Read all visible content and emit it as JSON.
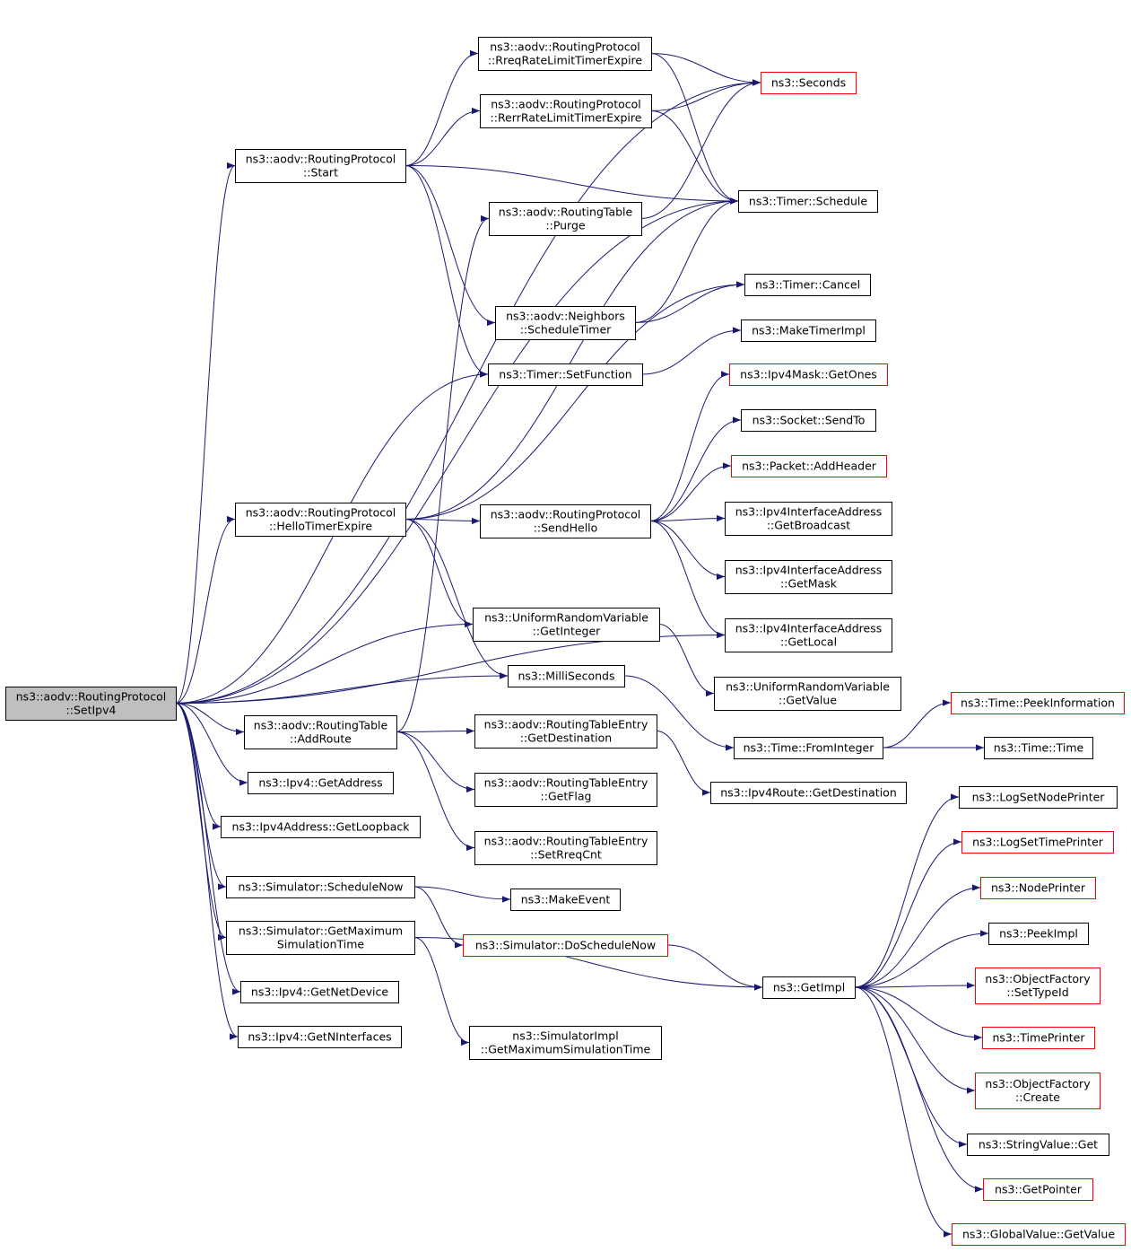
{
  "colors": {
    "edge": "#191970",
    "node_fill": "#ffffff",
    "node_fill_focus": "#bfbfbf",
    "border_normal": "#000000",
    "border_truncated": "#ff0000"
  },
  "nodes": [
    {
      "id": "setipv4",
      "lines": [
        "ns3::aodv::RoutingProtocol",
        "::SetIpv4"
      ],
      "style": "focus"
    },
    {
      "id": "start",
      "lines": [
        "ns3::aodv::RoutingProtocol",
        "::Start"
      ],
      "style": "normal"
    },
    {
      "id": "hello_expire",
      "lines": [
        "ns3::aodv::RoutingProtocol",
        "::HelloTimerExpire"
      ],
      "style": "normal"
    },
    {
      "id": "add_route",
      "lines": [
        "ns3::aodv::RoutingTable",
        "::AddRoute"
      ],
      "style": "normal"
    },
    {
      "id": "get_address",
      "lines": [
        "ns3::Ipv4::GetAddress"
      ],
      "style": "normal"
    },
    {
      "id": "get_loopback",
      "lines": [
        "ns3::Ipv4Address::GetLoopback"
      ],
      "style": "normal"
    },
    {
      "id": "schedule_now",
      "lines": [
        "ns3::Simulator::ScheduleNow"
      ],
      "style": "normal"
    },
    {
      "id": "get_max_sim",
      "lines": [
        "ns3::Simulator::GetMaximum",
        "SimulationTime"
      ],
      "style": "normal"
    },
    {
      "id": "get_net_device",
      "lines": [
        "ns3::Ipv4::GetNetDevice"
      ],
      "style": "normal"
    },
    {
      "id": "get_ninterfaces",
      "lines": [
        "ns3::Ipv4::GetNInterfaces"
      ],
      "style": "normal"
    },
    {
      "id": "rreq_expire",
      "lines": [
        "ns3::aodv::RoutingProtocol",
        "::RreqRateLimitTimerExpire"
      ],
      "style": "normal"
    },
    {
      "id": "rerr_expire",
      "lines": [
        "ns3::aodv::RoutingProtocol",
        "::RerrRateLimitTimerExpire"
      ],
      "style": "normal"
    },
    {
      "id": "purge",
      "lines": [
        "ns3::aodv::RoutingTable",
        "::Purge"
      ],
      "style": "normal"
    },
    {
      "id": "neighbors_schedule",
      "lines": [
        "ns3::aodv::Neighbors",
        "::ScheduleTimer"
      ],
      "style": "normal"
    },
    {
      "id": "set_function",
      "lines": [
        "ns3::Timer::SetFunction"
      ],
      "style": "normal"
    },
    {
      "id": "send_hello",
      "lines": [
        "ns3::aodv::RoutingProtocol",
        "::SendHello"
      ],
      "style": "normal"
    },
    {
      "id": "uniform_get_integer",
      "lines": [
        "ns3::UniformRandomVariable",
        "::GetInteger"
      ],
      "style": "normal"
    },
    {
      "id": "milliseconds",
      "lines": [
        "ns3::MilliSeconds"
      ],
      "style": "normal"
    },
    {
      "id": "rte_get_destination",
      "lines": [
        "ns3::aodv::RoutingTableEntry",
        "::GetDestination"
      ],
      "style": "normal"
    },
    {
      "id": "rte_get_flag",
      "lines": [
        "ns3::aodv::RoutingTableEntry",
        "::GetFlag"
      ],
      "style": "normal"
    },
    {
      "id": "rte_set_rreq_cnt",
      "lines": [
        "ns3::aodv::RoutingTableEntry",
        "::SetRreqCnt"
      ],
      "style": "normal"
    },
    {
      "id": "make_event",
      "lines": [
        "ns3::MakeEvent"
      ],
      "style": "normal"
    },
    {
      "id": "do_schedule_now",
      "lines": [
        "ns3::Simulator::DoScheduleNow"
      ],
      "style": "truncated"
    },
    {
      "id": "simimpl_get_max",
      "lines": [
        "ns3::SimulatorImpl",
        "::GetMaximumSimulationTime"
      ],
      "style": "normal"
    },
    {
      "id": "seconds",
      "lines": [
        "ns3::Seconds"
      ],
      "style": "truncated"
    },
    {
      "id": "timer_schedule",
      "lines": [
        "ns3::Timer::Schedule"
      ],
      "style": "normal"
    },
    {
      "id": "timer_cancel",
      "lines": [
        "ns3::Timer::Cancel"
      ],
      "style": "normal"
    },
    {
      "id": "make_timer_impl",
      "lines": [
        "ns3::MakeTimerImpl"
      ],
      "style": "normal"
    },
    {
      "id": "ipv4mask_get_ones",
      "lines": [
        "ns3::Ipv4Mask::GetOnes"
      ],
      "style": "truncated"
    },
    {
      "id": "socket_send_to",
      "lines": [
        "ns3::Socket::SendTo"
      ],
      "style": "normal"
    },
    {
      "id": "packet_add_header",
      "lines": [
        "ns3::Packet::AddHeader"
      ],
      "style": "truncated"
    },
    {
      "id": "iia_get_broadcast",
      "lines": [
        "ns3::Ipv4InterfaceAddress",
        "::GetBroadcast"
      ],
      "style": "normal"
    },
    {
      "id": "iia_get_mask",
      "lines": [
        "ns3::Ipv4InterfaceAddress",
        "::GetMask"
      ],
      "style": "normal"
    },
    {
      "id": "iia_get_local",
      "lines": [
        "ns3::Ipv4InterfaceAddress",
        "::GetLocal"
      ],
      "style": "normal"
    },
    {
      "id": "uniform_get_value",
      "lines": [
        "ns3::UniformRandomVariable",
        "::GetValue"
      ],
      "style": "normal"
    },
    {
      "id": "time_from_integer",
      "lines": [
        "ns3::Time::FromInteger"
      ],
      "style": "normal"
    },
    {
      "id": "ipv4route_get_destination",
      "lines": [
        "ns3::Ipv4Route::GetDestination"
      ],
      "style": "normal"
    },
    {
      "id": "get_impl",
      "lines": [
        "ns3::GetImpl"
      ],
      "style": "normal"
    },
    {
      "id": "time_peek_information",
      "lines": [
        "ns3::Time::PeekInformation"
      ],
      "style": "truncated"
    },
    {
      "id": "time_time",
      "lines": [
        "ns3::Time::Time"
      ],
      "style": "normal"
    },
    {
      "id": "log_set_node_printer",
      "lines": [
        "ns3::LogSetNodePrinter"
      ],
      "style": "normal"
    },
    {
      "id": "log_set_time_printer",
      "lines": [
        "ns3::LogSetTimePrinter"
      ],
      "style": "truncated"
    },
    {
      "id": "node_printer",
      "lines": [
        "ns3::NodePrinter"
      ],
      "style": "truncated"
    },
    {
      "id": "peek_impl",
      "lines": [
        "ns3::PeekImpl"
      ],
      "style": "normal"
    },
    {
      "id": "of_set_type_id",
      "lines": [
        "ns3::ObjectFactory",
        "::SetTypeId"
      ],
      "style": "truncated"
    },
    {
      "id": "time_printer",
      "lines": [
        "ns3::TimePrinter"
      ],
      "style": "truncated"
    },
    {
      "id": "of_create",
      "lines": [
        "ns3::ObjectFactory",
        "::Create"
      ],
      "style": "truncated"
    },
    {
      "id": "string_value_get",
      "lines": [
        "ns3::StringValue::Get"
      ],
      "style": "normal"
    },
    {
      "id": "get_pointer",
      "lines": [
        "ns3::GetPointer"
      ],
      "style": "truncated"
    },
    {
      "id": "global_value_get_value",
      "lines": [
        "ns3::GlobalValue::GetValue"
      ],
      "style": "truncated"
    }
  ],
  "edges": [
    [
      "setipv4",
      "start"
    ],
    [
      "setipv4",
      "hello_expire"
    ],
    [
      "setipv4",
      "add_route"
    ],
    [
      "setipv4",
      "get_address"
    ],
    [
      "setipv4",
      "get_loopback"
    ],
    [
      "setipv4",
      "schedule_now"
    ],
    [
      "setipv4",
      "get_max_sim"
    ],
    [
      "setipv4",
      "get_net_device"
    ],
    [
      "setipv4",
      "get_ninterfaces"
    ],
    [
      "setipv4",
      "seconds"
    ],
    [
      "setipv4",
      "timer_schedule"
    ],
    [
      "setipv4",
      "set_function"
    ],
    [
      "setipv4",
      "iia_get_local"
    ],
    [
      "setipv4",
      "uniform_get_integer"
    ],
    [
      "setipv4",
      "milliseconds"
    ],
    [
      "start",
      "rreq_expire"
    ],
    [
      "start",
      "rerr_expire"
    ],
    [
      "start",
      "timer_schedule"
    ],
    [
      "start",
      "neighbors_schedule"
    ],
    [
      "start",
      "set_function"
    ],
    [
      "rreq_expire",
      "seconds"
    ],
    [
      "rreq_expire",
      "timer_schedule"
    ],
    [
      "rerr_expire",
      "seconds"
    ],
    [
      "rerr_expire",
      "timer_schedule"
    ],
    [
      "purge",
      "seconds"
    ],
    [
      "neighbors_schedule",
      "timer_schedule"
    ],
    [
      "neighbors_schedule",
      "timer_cancel"
    ],
    [
      "set_function",
      "make_timer_impl"
    ],
    [
      "hello_expire",
      "send_hello"
    ],
    [
      "hello_expire",
      "uniform_get_integer"
    ],
    [
      "hello_expire",
      "milliseconds"
    ],
    [
      "hello_expire",
      "timer_cancel"
    ],
    [
      "hello_expire",
      "timer_schedule"
    ],
    [
      "send_hello",
      "ipv4mask_get_ones"
    ],
    [
      "send_hello",
      "socket_send_to"
    ],
    [
      "send_hello",
      "packet_add_header"
    ],
    [
      "send_hello",
      "iia_get_broadcast"
    ],
    [
      "send_hello",
      "iia_get_mask"
    ],
    [
      "send_hello",
      "iia_get_local"
    ],
    [
      "uniform_get_integer",
      "uniform_get_value"
    ],
    [
      "milliseconds",
      "time_from_integer"
    ],
    [
      "add_route",
      "purge"
    ],
    [
      "add_route",
      "rte_get_destination"
    ],
    [
      "add_route",
      "rte_get_flag"
    ],
    [
      "add_route",
      "rte_set_rreq_cnt"
    ],
    [
      "rte_get_destination",
      "ipv4route_get_destination"
    ],
    [
      "time_from_integer",
      "time_peek_information"
    ],
    [
      "time_from_integer",
      "time_time"
    ],
    [
      "schedule_now",
      "make_event"
    ],
    [
      "schedule_now",
      "do_schedule_now"
    ],
    [
      "get_max_sim",
      "get_impl"
    ],
    [
      "get_max_sim",
      "simimpl_get_max"
    ],
    [
      "do_schedule_now",
      "get_impl"
    ],
    [
      "get_impl",
      "log_set_node_printer"
    ],
    [
      "get_impl",
      "log_set_time_printer"
    ],
    [
      "get_impl",
      "node_printer"
    ],
    [
      "get_impl",
      "peek_impl"
    ],
    [
      "get_impl",
      "of_set_type_id"
    ],
    [
      "get_impl",
      "time_printer"
    ],
    [
      "get_impl",
      "of_create"
    ],
    [
      "get_impl",
      "string_value_get"
    ],
    [
      "get_impl",
      "get_pointer"
    ],
    [
      "get_impl",
      "global_value_get_value"
    ]
  ]
}
